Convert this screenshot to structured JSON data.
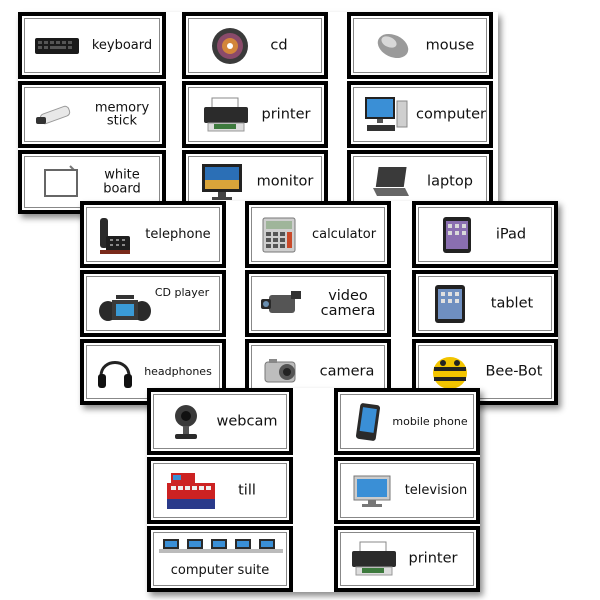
{
  "sheets": [
    {
      "cards": [
        {
          "label": "keyboard",
          "icon": "keyboard-icon"
        },
        {
          "label": "memory\nstick",
          "icon": "memory-stick-icon"
        },
        {
          "label": "white\nboard",
          "icon": "whiteboard-icon"
        },
        {
          "label": "cd",
          "icon": "cd-icon"
        },
        {
          "label": "printer",
          "icon": "printer-icon"
        },
        {
          "label": "monitor",
          "icon": "monitor-icon"
        },
        {
          "label": "mouse",
          "icon": "mouse-icon"
        },
        {
          "label": "computer",
          "icon": "computer-icon"
        },
        {
          "label": "laptop",
          "icon": "laptop-icon"
        }
      ]
    },
    {
      "cards": [
        {
          "label": "telephone",
          "icon": "telephone-icon"
        },
        {
          "label": "CD player",
          "icon": "cd-player-icon"
        },
        {
          "label": "headphones",
          "icon": "headphones-icon"
        },
        {
          "label": "calculator",
          "icon": "calculator-icon"
        },
        {
          "label": "video\ncamera",
          "icon": "video-camera-icon"
        },
        {
          "label": "camera",
          "icon": "camera-icon"
        },
        {
          "label": "iPad",
          "icon": "ipad-icon"
        },
        {
          "label": "tablet",
          "icon": "tablet-icon"
        },
        {
          "label": "Bee-Bot",
          "icon": "bee-bot-icon"
        }
      ]
    },
    {
      "cards": [
        {
          "label": "webcam",
          "icon": "webcam-icon"
        },
        {
          "label": "till",
          "icon": "till-icon"
        },
        {
          "label": "computer suite",
          "icon": "computer-suite-icon"
        },
        {
          "label": "mobile phone",
          "icon": "mobile-phone-icon"
        },
        {
          "label": "television",
          "icon": "television-icon"
        },
        {
          "label": "printer",
          "icon": "printer-icon"
        }
      ]
    }
  ]
}
